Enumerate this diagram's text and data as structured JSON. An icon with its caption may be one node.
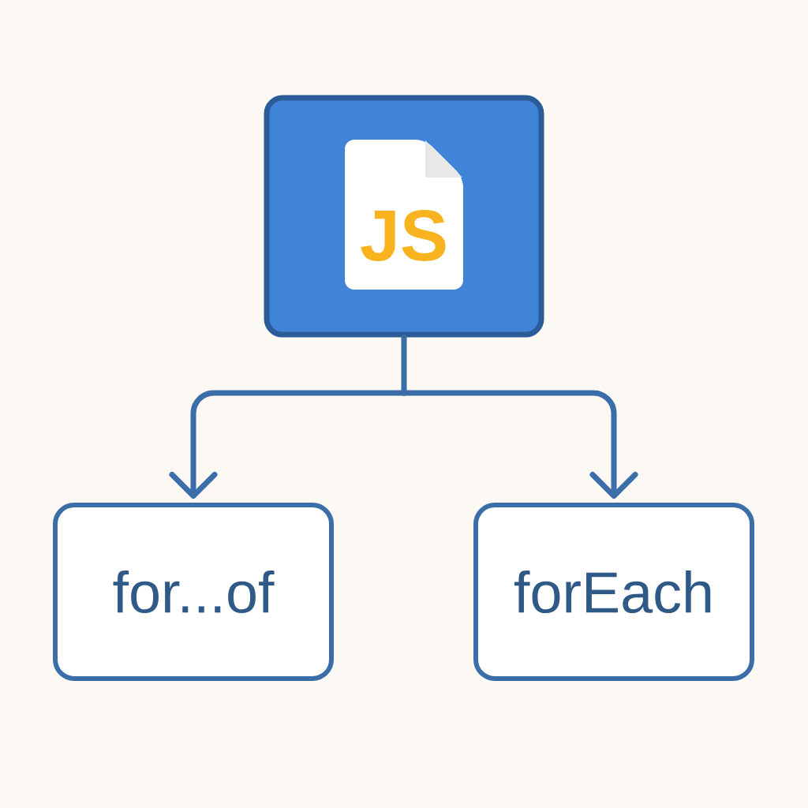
{
  "diagram": {
    "nodes": [
      {
        "text": [],
        "shape": "box"
      },
      {
        "text": [
          "JS"
        ],
        "in": 0
      },
      {
        "text": [
          "for...of"
        ]
      },
      {
        "text": [
          "forEach"
        ]
      }
    ],
    "edges": [
      {
        "from": 0,
        "to": 2,
        "arrow": "to"
      },
      {
        "from": 0,
        "to": 3,
        "arrow": "to"
      }
    ]
  }
}
